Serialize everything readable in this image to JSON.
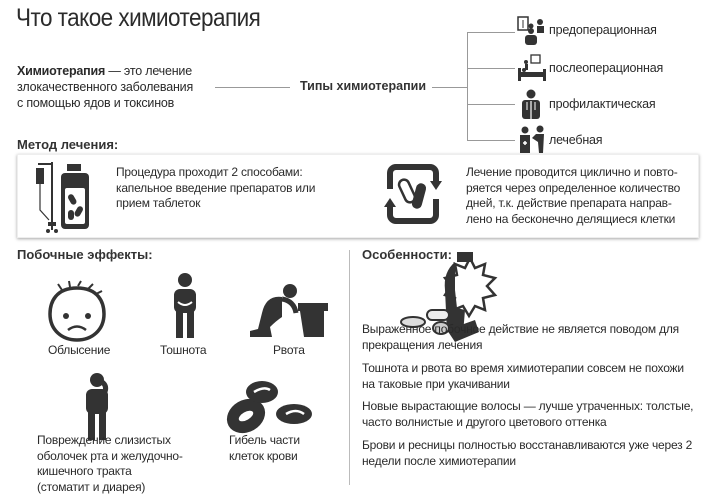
{
  "title": "Что такое химиотерапия",
  "definition": {
    "term": "Химиотерапия",
    "rest_line1": " — это лечение",
    "line2": "злокачественного заболевания",
    "line3": "с помощью ядов и токсинов"
  },
  "types": {
    "heading": "Типы химиотерапии",
    "items": [
      {
        "label": "предоперационная",
        "icon": "doctor-xray-icon"
      },
      {
        "label": "послеоперационная",
        "icon": "hospital-bed-icon"
      },
      {
        "label": "профилактическая",
        "icon": "doctor-icon"
      },
      {
        "label": "лечебная",
        "icon": "doctor-patient-icon"
      }
    ]
  },
  "method": {
    "heading": "Метод лечения:",
    "left_lines": [
      "Процедура проходит 2 способами:",
      "капельное введение препаратов или",
      "прием таблеток"
    ],
    "right_lines": [
      "Лечение проводится циклично и повто-",
      "ряется через определенное количество",
      "дней, т.к. действие препарата направ-",
      "лено на бесконечно делящиеся клетки"
    ]
  },
  "side_effects": {
    "heading": "Побочные эффекты:",
    "items": [
      {
        "lines": [
          "Облысение"
        ],
        "icon": "bald-face-icon"
      },
      {
        "lines": [
          "Тошнота"
        ],
        "icon": "nausea-person-icon"
      },
      {
        "lines": [
          "Рвота"
        ],
        "icon": "vomit-person-icon"
      },
      {
        "lines": [
          "Повреждение слизистых",
          "оболочек рта и желудочно-",
          "кишечного тракта",
          "(стоматит и диарея)"
        ],
        "icon": "person-mouth-icon"
      },
      {
        "lines": [
          "Гибель части",
          "клеток крови"
        ],
        "icon": "blood-cells-icon"
      }
    ]
  },
  "features": {
    "heading": "Особенности:",
    "items": [
      [
        "Выраженное побочное действие не является поводом для",
        "прекращения лечения"
      ],
      [
        "Тошнота и рвота во время химиотерапии совсем не похожи",
        "на таковые при укачивании"
      ],
      [
        "Новые вырастающие волосы — лучше утраченных: толстые,",
        "часто волнистые и другого цветового оттенка"
      ],
      [
        "Брови и ресницы полностью восстанавливаются уже через 2",
        "недели после химиотерапии"
      ]
    ]
  }
}
